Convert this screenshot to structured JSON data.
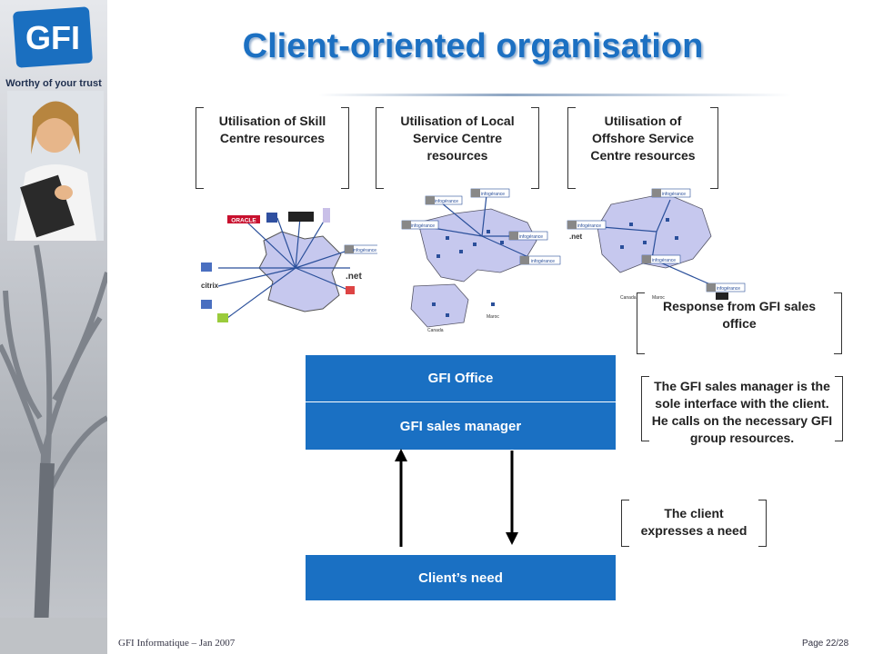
{
  "brand": {
    "logo_text": "GFI",
    "tagline": "Worthy of your trust"
  },
  "title": "Client-oriented organisation",
  "resources": [
    {
      "label": "Utilisation of Skill Centre resources"
    },
    {
      "label": "Utilisation of Local Service Centre resources"
    },
    {
      "label": "Utilisation of Offshore Service Centre resources"
    }
  ],
  "map_labels": {
    "infogerance": "infogérance",
    "oracle": "ORACLE",
    "citrix": "citrix",
    "net": ".net",
    "canada": "Canada",
    "maroc": "Maroc"
  },
  "response_label": "Response from GFI sales office",
  "manager_note": "The GFI sales manager is the sole interface with the client. He calls on the necessary GFI group resources.",
  "client_note": "The client expresses a need",
  "boxes": {
    "office": "GFI Office",
    "manager": "GFI sales manager",
    "need": "Client’s need"
  },
  "footer": {
    "left": "GFI Informatique – Jan 2007",
    "right": "Page 22/28"
  },
  "colors": {
    "accent": "#1a70c3",
    "title": "#1c70c2",
    "map_fill": "#c6c8ee"
  }
}
